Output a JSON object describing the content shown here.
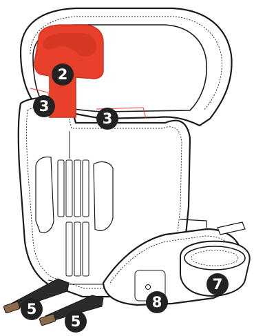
{
  "labels": {
    "headrest": "2",
    "guide_left": "3",
    "guide_right": "3",
    "connector_left": "5",
    "connector_right": "5",
    "cup_holder": "7",
    "release_button": "8"
  },
  "colors": {
    "headrest_fill": "#e8402a",
    "headrest_dark": "#c8321f",
    "badge": "#222222",
    "outline": "#1a1a1a",
    "seat_fill": "#ffffff",
    "accent_line": "#e8402a",
    "connector_bar": "#2b2b2b",
    "connector_tip": "#8a6a4a"
  }
}
